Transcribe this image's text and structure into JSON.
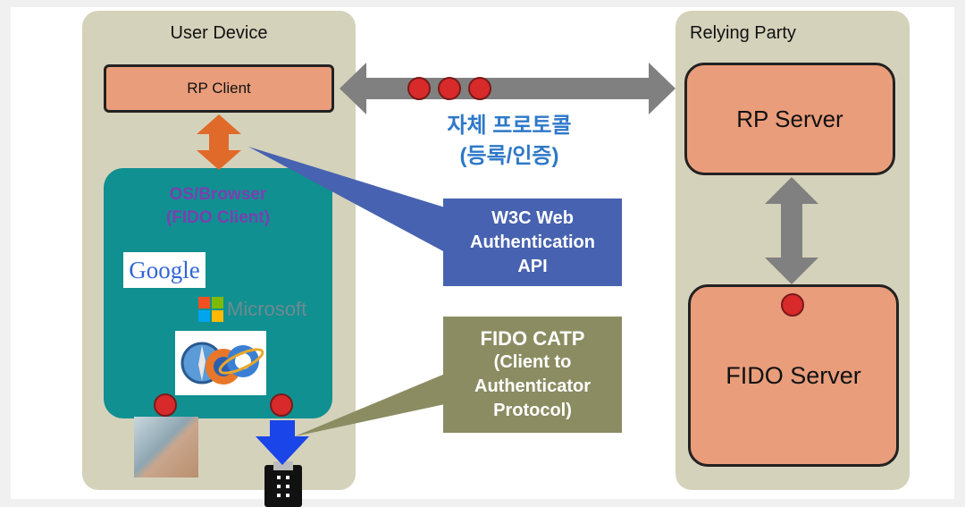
{
  "user_device": {
    "title": "User Device"
  },
  "relying_party": {
    "title": "Relying Party"
  },
  "rp_client": {
    "label": "RP Client"
  },
  "protocol": {
    "line1": "자체 프로토콜",
    "line2": "(등록/인증)"
  },
  "rp_server": {
    "label": "RP Server"
  },
  "fido_server": {
    "label": "FIDO Server"
  },
  "os_browser": {
    "line1": "OS/Browser",
    "line2": "(FIDO Client)"
  },
  "w3c_callout": {
    "line1": "W3C Web",
    "line2": "Authentication",
    "line3": "API"
  },
  "catp_callout": {
    "line1": "FIDO CATP",
    "line2": "(Client to",
    "line3": "Authenticator",
    "line4": "Protocol)"
  },
  "logos": {
    "google": "Google",
    "microsoft": "Microsoft"
  },
  "colors": {
    "panel": "#d5d2bb",
    "salmon": "#e99d7b",
    "teal": "#109091",
    "w3c_blue": "#4762b0",
    "catp_olive": "#8c8c63",
    "arrow_gray": "#808080",
    "arrow_orange": "#e06a2a",
    "arrow_blue": "#1a45e8",
    "dot_red": "#d82a2a"
  }
}
